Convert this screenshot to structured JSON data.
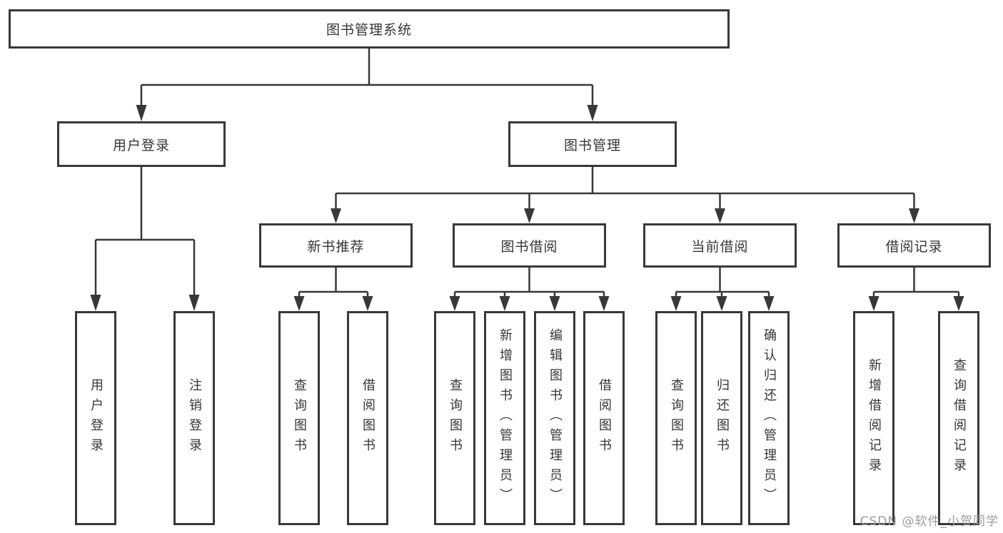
{
  "diagram": {
    "root": "图书管理系统",
    "level2": {
      "user_login": "用户登录",
      "book_management": "图书管理"
    },
    "level3": {
      "new_book_recommend": "新书推荐",
      "book_borrowing": "图书借阅",
      "current_borrowing": "当前借阅",
      "borrowing_records": "借阅记录"
    },
    "leaves": {
      "login": [
        "用户登录",
        "注销登录"
      ],
      "recommend": [
        "查询图书",
        "借阅图书"
      ],
      "borrowing": [
        "查询图书",
        "新增图书（管理员）",
        "编辑图书（管理员）",
        "借阅图书"
      ],
      "current": [
        "查询图书",
        "归还图书",
        "确认归还（管理员）"
      ],
      "records": [
        "新增借阅记录",
        "查询借阅记录"
      ]
    }
  },
  "watermark": "CSDN @软件_小贺同学",
  "colors": {
    "line": "#383838",
    "box_border": "#383838",
    "text": "#363636",
    "watermark": "#9c9c9c",
    "background": "#ffffff"
  }
}
